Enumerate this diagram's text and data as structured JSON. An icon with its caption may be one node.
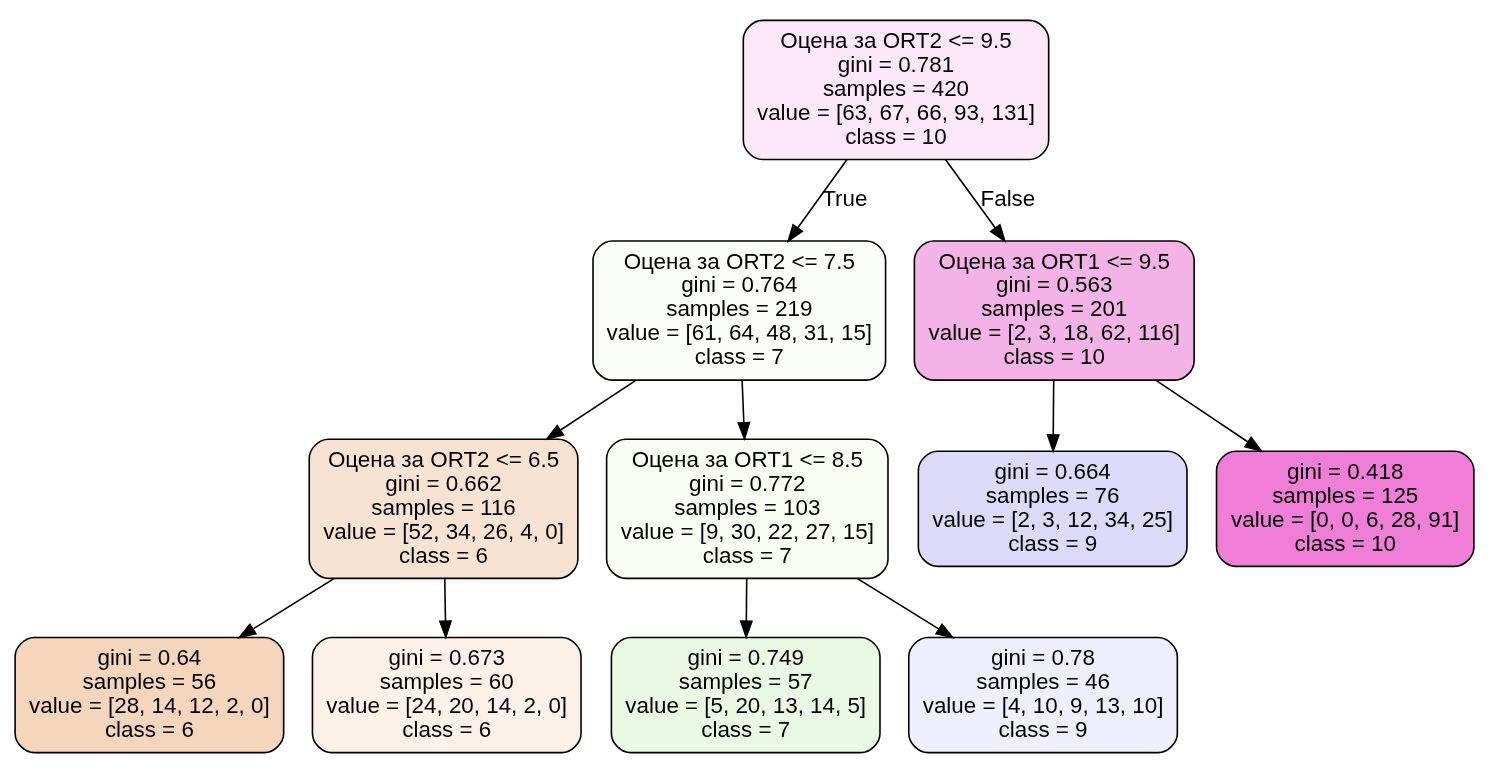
{
  "diagram": {
    "nodes": [
      {
        "text": [
          "Оцена за ORT2 <= 9.5",
          "gini = 0.781",
          "samples = 420",
          "value = [63, 67, 66, 93, 131]",
          "class = 10"
        ]
      },
      {
        "text": [
          "Оцена за ORT2 <= 7.5",
          "gini = 0.764",
          "samples = 219",
          "value = [61, 64, 48, 31, 15]",
          "class = 7"
        ]
      },
      {
        "text": [
          "Оцена за ORT1 <= 9.5",
          "gini = 0.563",
          "samples = 201",
          "value = [2, 3, 18, 62, 116]",
          "class = 10"
        ]
      },
      {
        "text": [
          "Оцена за ORT2 <= 6.5",
          "gini = 0.662",
          "samples = 116",
          "value = [52, 34, 26, 4, 0]",
          "class = 6"
        ]
      },
      {
        "text": [
          "Оцена за ORT1 <= 8.5",
          "gini = 0.772",
          "samples = 103",
          "value = [9, 30, 22, 27, 15]",
          "class = 7"
        ]
      },
      {
        "text": [
          "gini = 0.664",
          "samples = 76",
          "value = [2, 3, 12, 34, 25]",
          "class = 9"
        ]
      },
      {
        "text": [
          "gini = 0.418",
          "samples = 125",
          "value = [0, 0, 6, 28, 91]",
          "class = 10"
        ]
      },
      {
        "text": [
          "gini = 0.64",
          "samples = 56",
          "value = [28, 14, 12, 2, 0]",
          "class = 6"
        ]
      },
      {
        "text": [
          "gini = 0.673",
          "samples = 60",
          "value = [24, 20, 14, 2, 0]",
          "class = 6"
        ]
      },
      {
        "text": [
          "gini = 0.749",
          "samples = 57",
          "value = [5, 20, 13, 14, 5]",
          "class = 7"
        ]
      },
      {
        "text": [
          "gini = 0.78",
          "samples = 46",
          "value = [4, 10, 9, 13, 10]",
          "class = 9"
        ]
      }
    ],
    "edges": [
      {
        "from": 0,
        "to": 1,
        "arrow": "to",
        "label": "True"
      },
      {
        "from": 0,
        "to": 2,
        "arrow": "to",
        "label": "False"
      },
      {
        "from": 1,
        "to": 3,
        "arrow": "to"
      },
      {
        "from": 1,
        "to": 4,
        "arrow": "to"
      },
      {
        "from": 2,
        "to": 5,
        "arrow": "to"
      },
      {
        "from": 2,
        "to": 6,
        "arrow": "to"
      },
      {
        "from": 3,
        "to": 7,
        "arrow": "to"
      },
      {
        "from": 3,
        "to": 8,
        "arrow": "to"
      },
      {
        "from": 4,
        "to": 9,
        "arrow": "to"
      },
      {
        "from": 4,
        "to": 10,
        "arrow": "to"
      }
    ]
  }
}
